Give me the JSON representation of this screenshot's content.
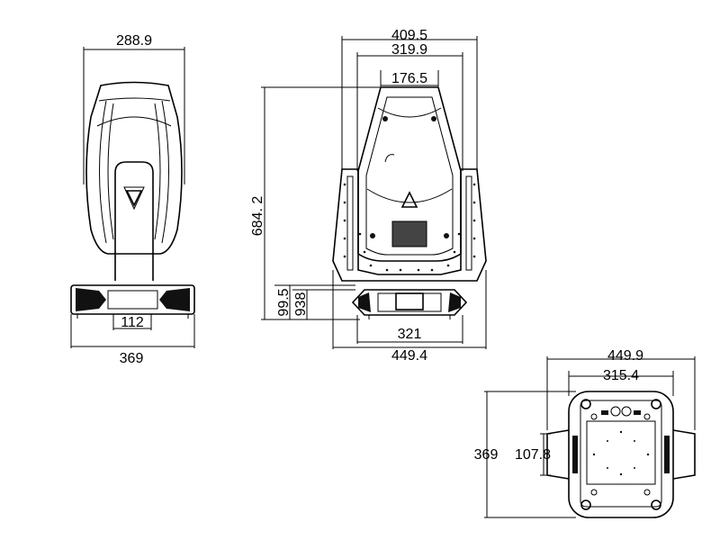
{
  "side_view": {
    "top_width": "288.9",
    "slot_width": "112",
    "base_width": "369"
  },
  "front_view": {
    "outer_width": "409.5",
    "mid_width": "319.9",
    "top_width": "176.5",
    "height": "684. 2",
    "base_h1": "99.5",
    "base_h2": "938",
    "base_width": "321",
    "total_width": "449.4"
  },
  "bottom_view": {
    "total_width": "449.9",
    "inner_width": "315.4",
    "depth": "369",
    "slot_depth": "107.8"
  }
}
